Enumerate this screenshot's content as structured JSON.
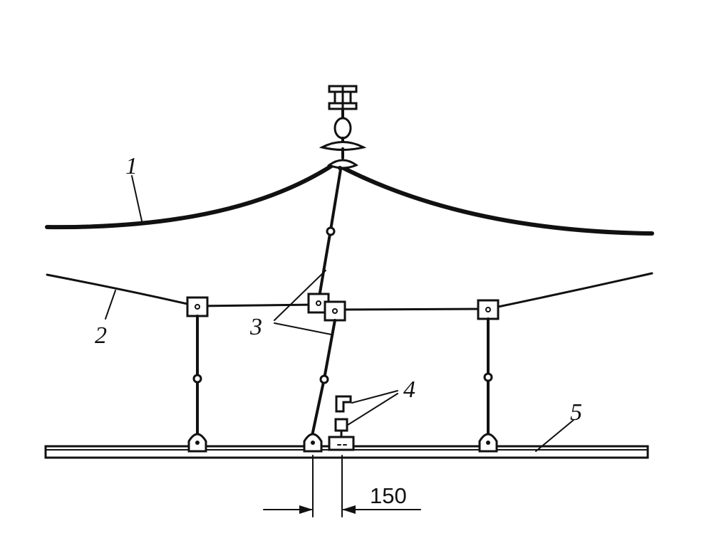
{
  "callouts": {
    "c1": "1",
    "c2": "2",
    "c3": "3",
    "c4": "4",
    "c5": "5"
  },
  "dimension": {
    "value": "150"
  },
  "colors": {
    "ink": "#111111",
    "background": "#ffffff"
  }
}
